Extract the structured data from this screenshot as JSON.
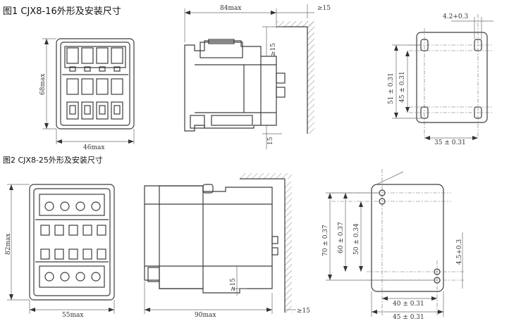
{
  "fig1": {
    "title": "图1  CJX8-16外形及安装尺寸",
    "dims": {
      "height": "68max",
      "width_front": "46max",
      "depth": "84max",
      "clear_right": "≥15",
      "clear_top": "≥15",
      "clear_bottom": "15",
      "hole": "4.2+0.3",
      "v_outer": "51 ± 0.31",
      "v_inner": "45 ± 0.31",
      "h_spacing": "35 ± 0.31"
    }
  },
  "fig2": {
    "title": "图2 CJX8-25外形及安装尺寸",
    "dims": {
      "height": "82max",
      "width_front": "55max",
      "depth": "90max",
      "clear_right": "≥15",
      "clear_bottom": "≥15",
      "v_outer": "70 ± 0.37",
      "v_mid": "60 ± 0.37",
      "v_inner": "50 ± 0.34",
      "hole": "4.5+0.3",
      "h_inner": "40 ± 0.31",
      "h_outer": "45 ± 0.31"
    }
  }
}
